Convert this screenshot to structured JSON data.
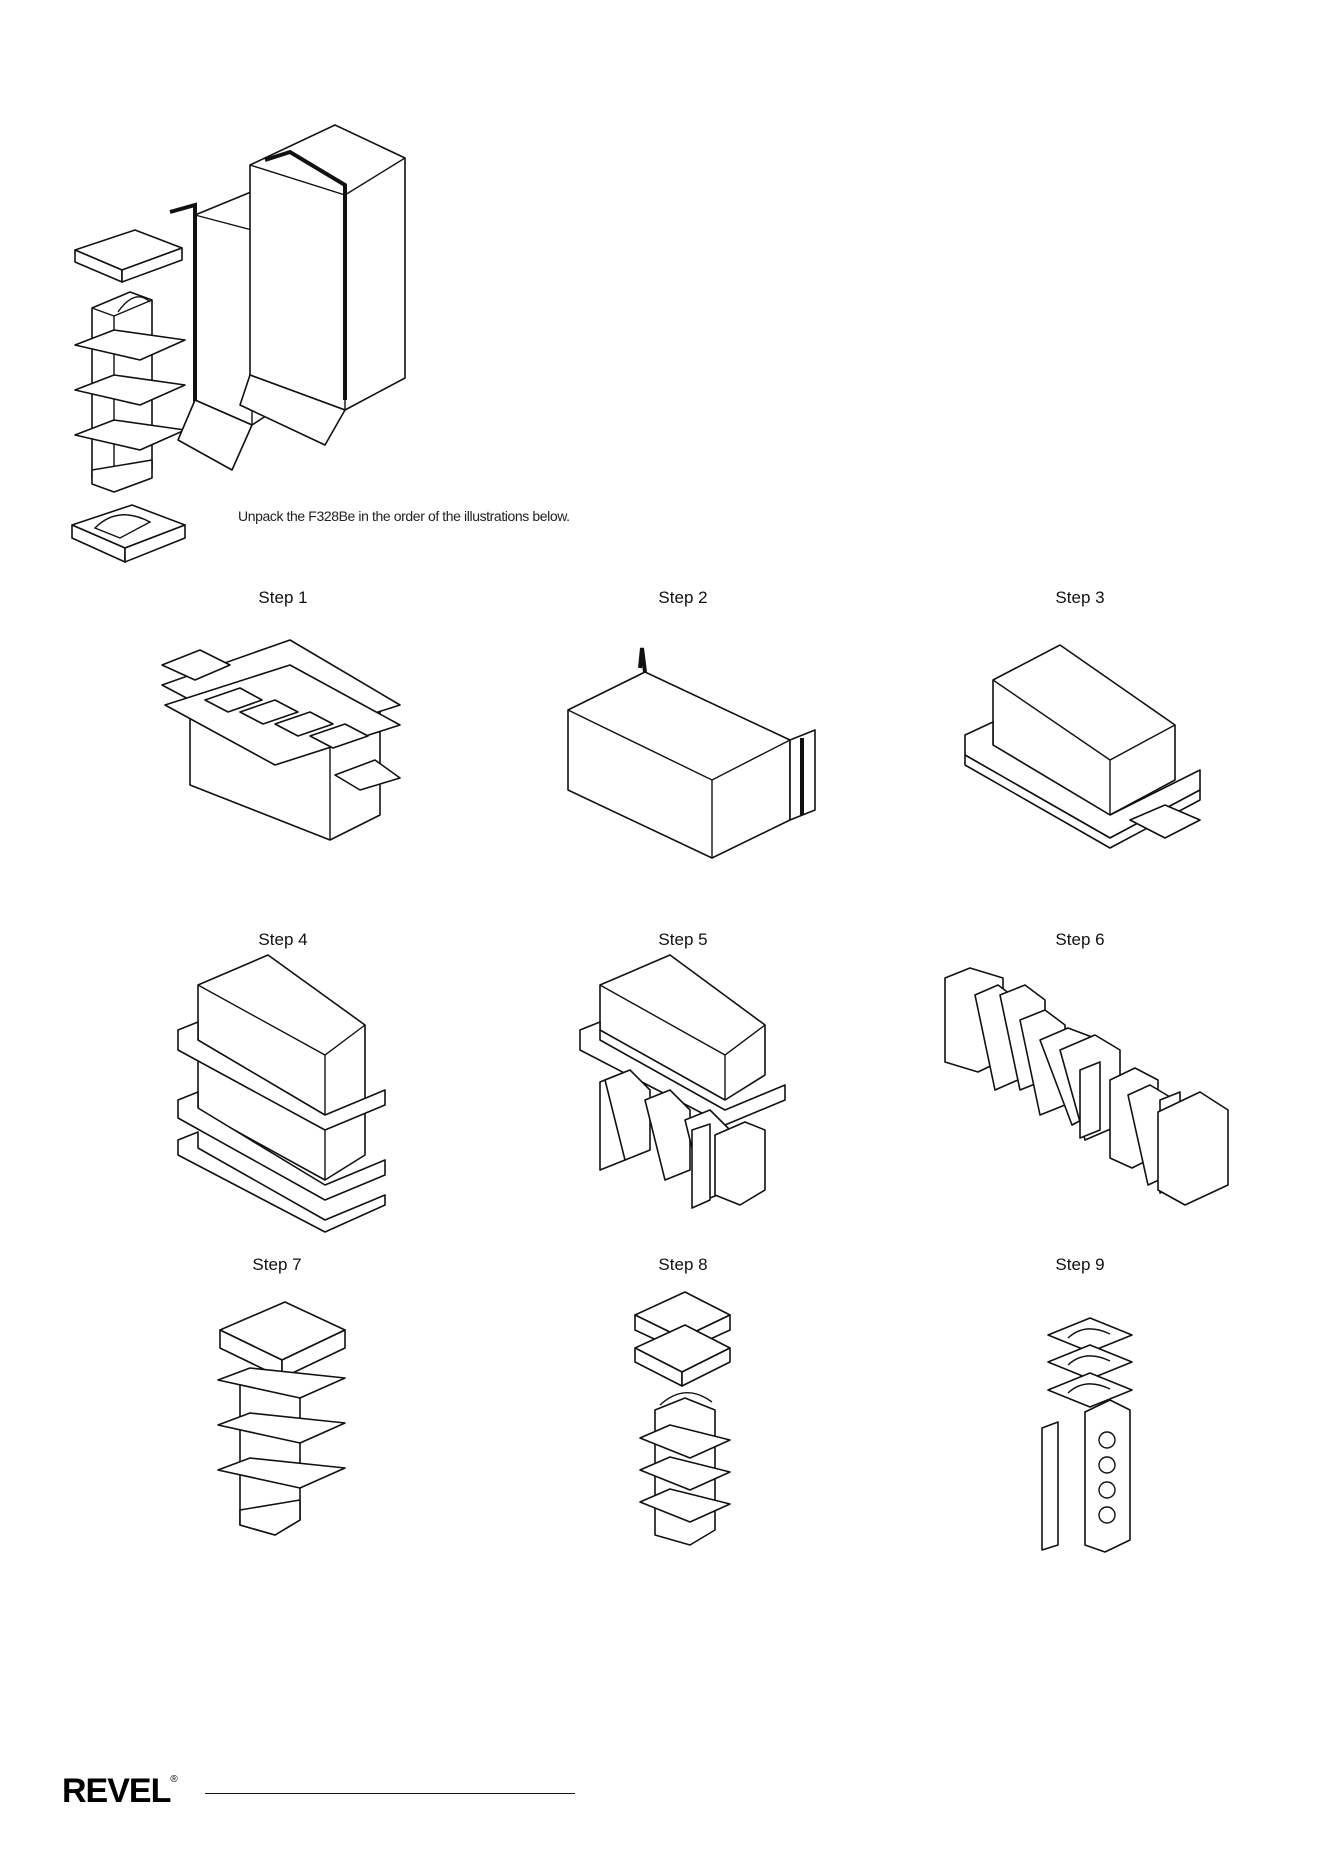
{
  "intro_text": "Unpack the F328Be in the order of the illustrations below.",
  "steps": [
    {
      "label": "Step 1"
    },
    {
      "label": "Step 2"
    },
    {
      "label": "Step 3"
    },
    {
      "label": "Step 4"
    },
    {
      "label": "Step 5"
    },
    {
      "label": "Step 6"
    },
    {
      "label": "Step 7"
    },
    {
      "label": "Step 8"
    },
    {
      "label": "Step 9"
    }
  ],
  "footer": {
    "logo_text": "REVEL",
    "logo_mark": "®"
  }
}
